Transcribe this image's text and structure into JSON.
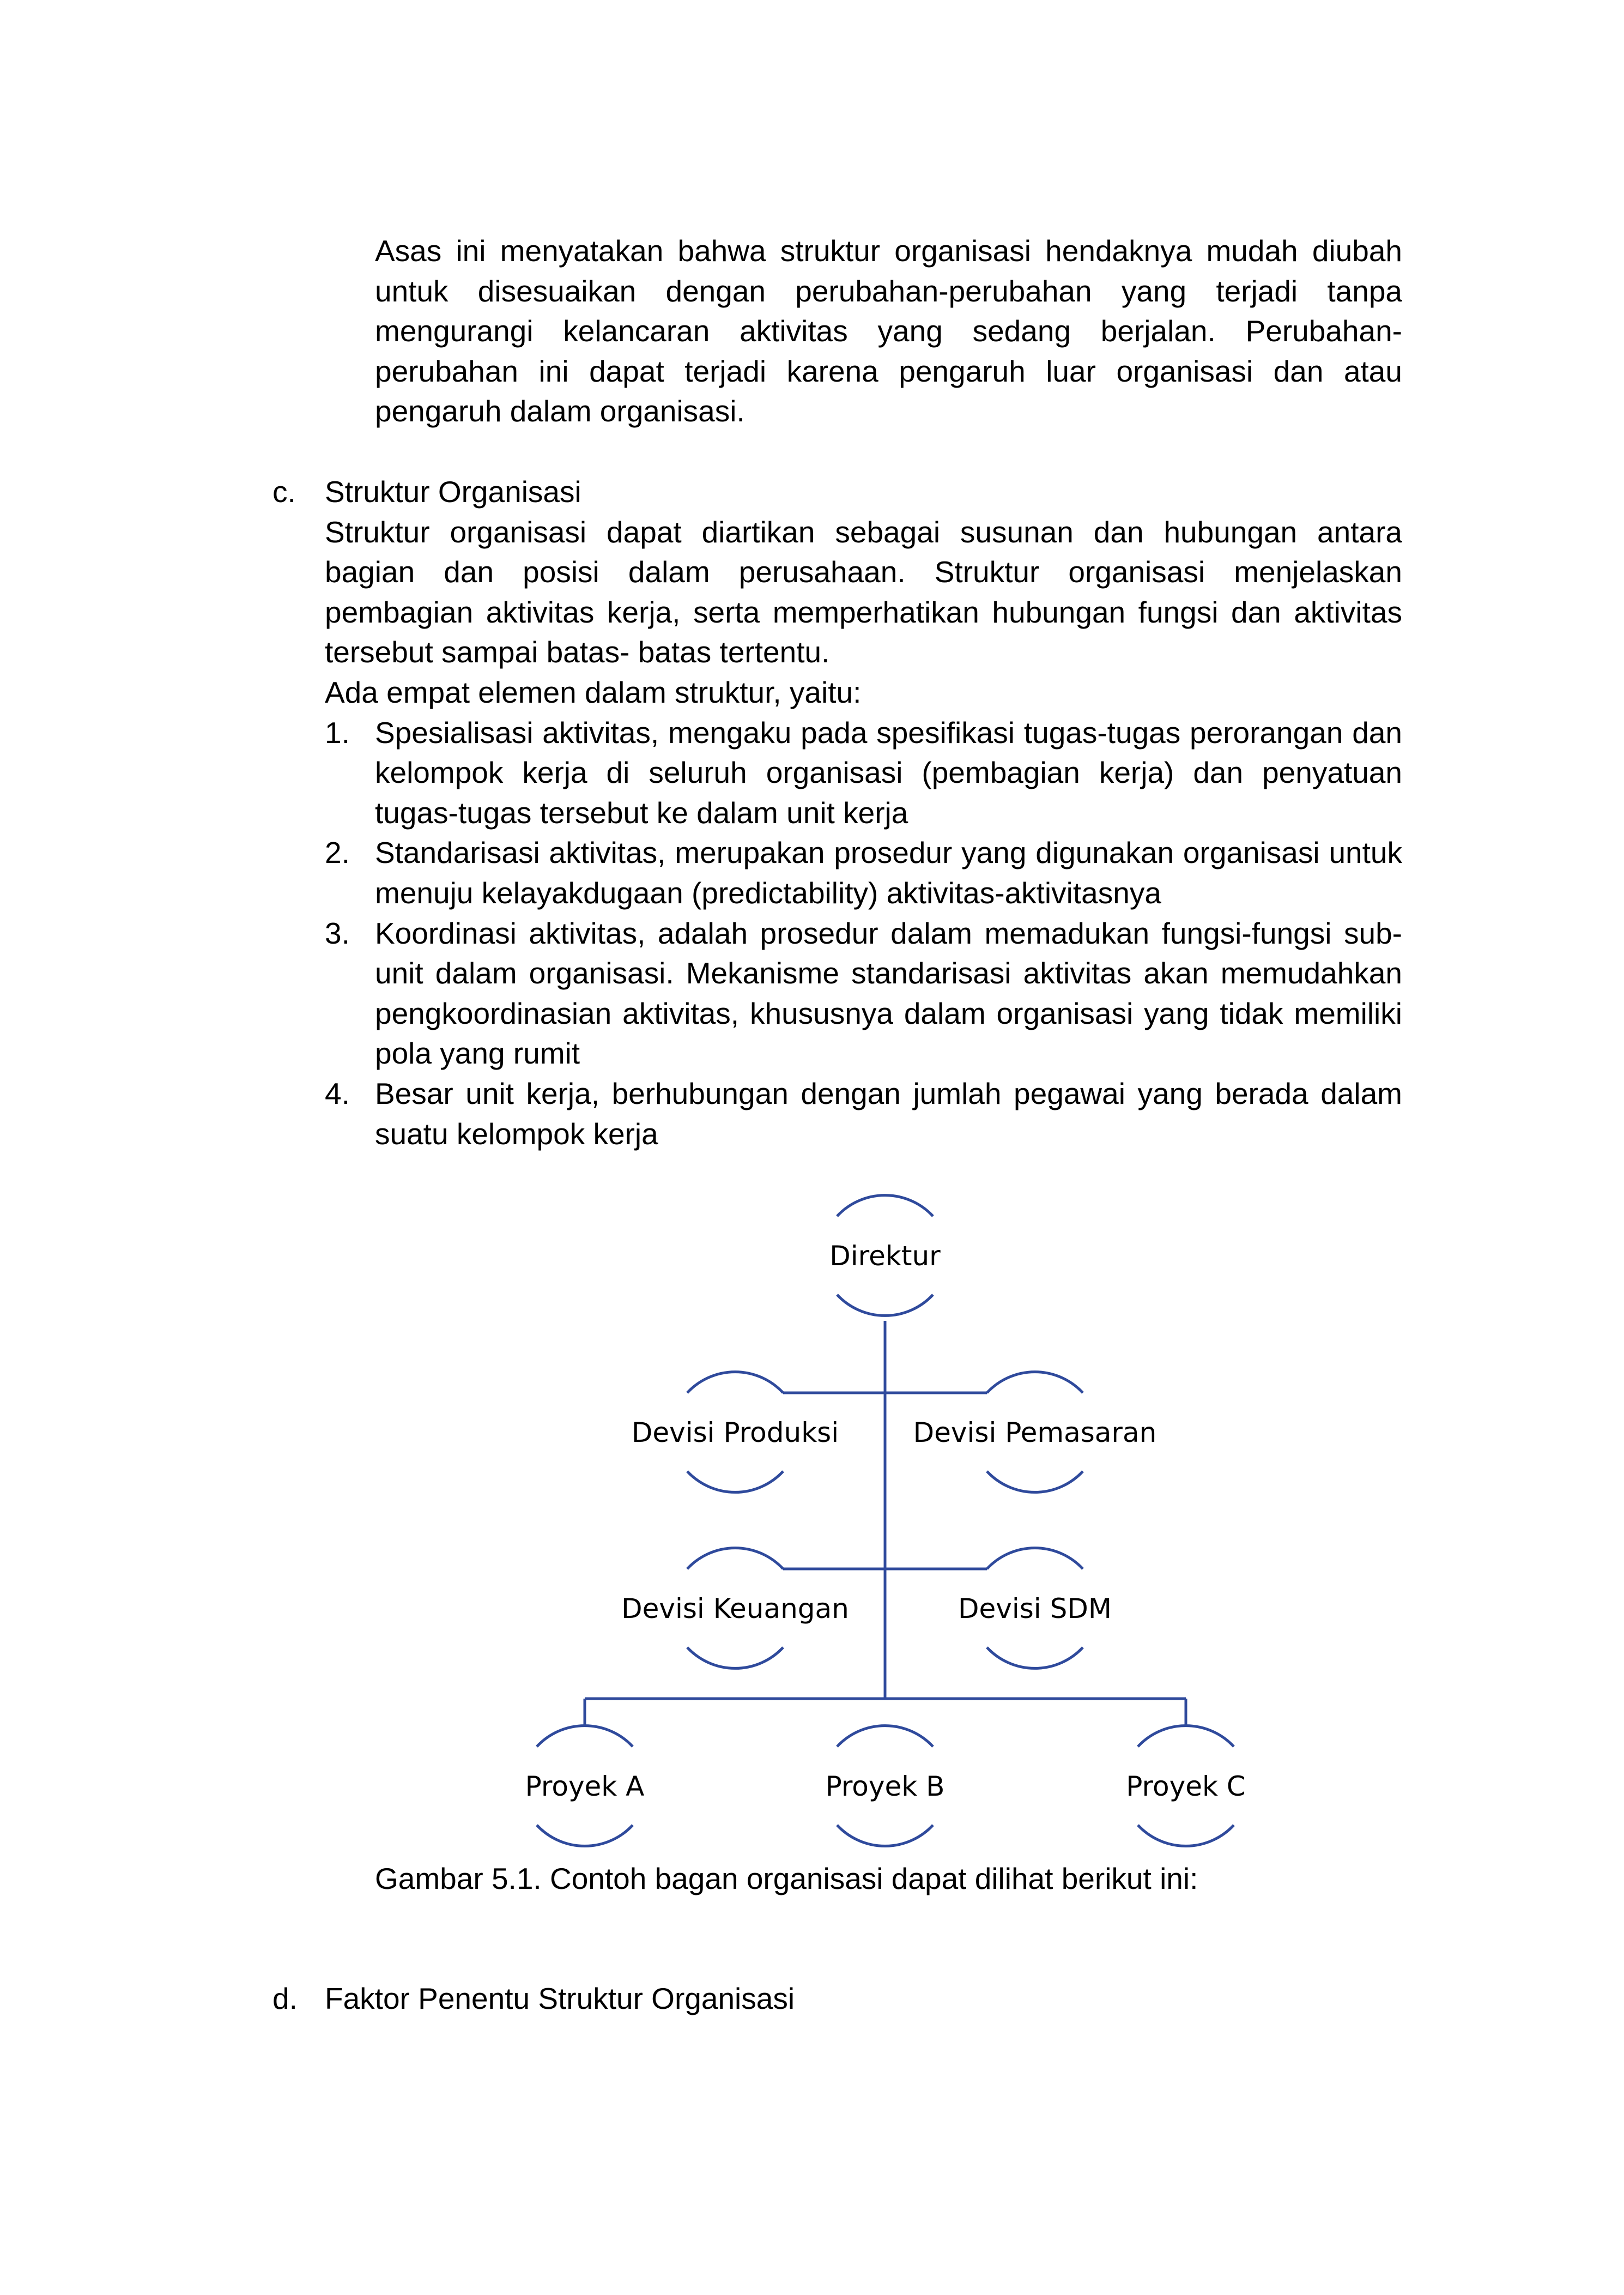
{
  "intro_paragraph": "Asas ini menyatakan bahwa struktur organisasi hendaknya mudah diubah untuk disesuaikan dengan perubahan-perubahan yang terjadi tanpa mengurangi kelancaran aktivitas yang sedang berjalan. Perubahan-perubahan ini dapat terjadi karena pengaruh luar organisasi dan atau pengaruh dalam organisasi.",
  "section_c": {
    "letter": "c.",
    "title": "Struktur Organisasi",
    "body": "Struktur organisasi dapat diartikan sebagai susunan dan hubungan antara bagian dan posisi dalam perusahaan. Struktur organisasi menjelaskan pembagian aktivitas kerja, serta memperhatikan hubungan fungsi dan aktivitas tersebut sampai batas- batas tertentu.",
    "elements_intro": "Ada empat elemen dalam struktur, yaitu:",
    "items": [
      {
        "num": "1.",
        "text": "Spesialisasi aktivitas, mengaku pada spesifikasi tugas-tugas perorangan dan kelompok kerja di seluruh organisasi (pembagian kerja) dan penyatuan tugas-tugas tersebut ke dalam unit kerja"
      },
      {
        "num": "2.",
        "text": "Standarisasi aktivitas, merupakan prosedur yang digunakan organisasi untuk menuju kelayakdugaan (predictability) aktivitas-aktivitasnya"
      },
      {
        "num": "3.",
        "text": "Koordinasi aktivitas, adalah prosedur dalam memadukan fungsi-fungsi sub-unit dalam organisasi. Mekanisme standarisasi aktivitas akan memudahkan pengkoordinasian aktivitas, khususnya dalam organisasi yang tidak memiliki pola yang rumit"
      },
      {
        "num": "4.",
        "text": "Besar unit kerja, berhubungan dengan jumlah pegawai yang berada dalam suatu kelompok kerja"
      }
    ]
  },
  "org_chart": {
    "line_color": "#2f4a9c",
    "nodes": [
      {
        "id": "direktur",
        "label": "Direktur"
      },
      {
        "id": "produksi",
        "label": "Devisi Produksi"
      },
      {
        "id": "pemasaran",
        "label": "Devisi Pemasaran"
      },
      {
        "id": "keuangan",
        "label": "Devisi Keuangan"
      },
      {
        "id": "sdm",
        "label": "Devisi SDM"
      },
      {
        "id": "proyek-a",
        "label": "Proyek A"
      },
      {
        "id": "proyek-b",
        "label": "Proyek B"
      },
      {
        "id": "proyek-c",
        "label": "Proyek C"
      }
    ]
  },
  "caption": "Gambar 5.1. Contoh bagan organisasi dapat dilihat berikut ini:",
  "section_d": {
    "letter": "d.",
    "title": "Faktor Penentu Struktur Organisasi"
  }
}
